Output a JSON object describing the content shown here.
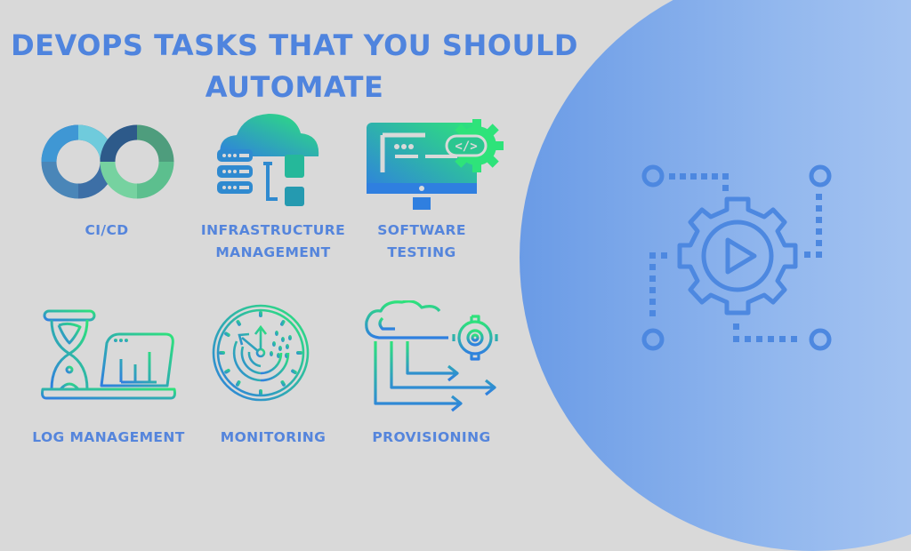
{
  "title": {
    "line1": "DEVOPS TASKS THAT YOU SHOULD",
    "line2": "AUTOMATE"
  },
  "tasks": [
    {
      "icon": "infinity-loop-icon",
      "label_lines": [
        "CI/CD"
      ]
    },
    {
      "icon": "cloud-server-icon",
      "label_lines": [
        "INFRASTRUCTURE",
        "MANAGEMENT"
      ]
    },
    {
      "icon": "monitor-code-gear-icon",
      "label_lines": [
        "SOFTWARE",
        "TESTING"
      ]
    },
    {
      "icon": "hourglass-laptop-icon",
      "label_lines": [
        "LOG MANAGEMENT"
      ]
    },
    {
      "icon": "radar-gauge-icon",
      "label_lines": [
        "MONITORING"
      ]
    },
    {
      "icon": "cloud-gear-arrows-icon",
      "label_lines": [
        "PROVISIONING"
      ]
    }
  ],
  "hero_icon": "gear-play-automation-icon",
  "colors": {
    "background": "#d9d9d9",
    "title": "#4f84de",
    "label": "#5585dc",
    "circle_left": "#6a9be6",
    "circle_right": "#bcd3f6",
    "hero_icon": "#4d88e0",
    "gradient_green": "#2ee37a",
    "gradient_blue": "#2f7fe0"
  }
}
